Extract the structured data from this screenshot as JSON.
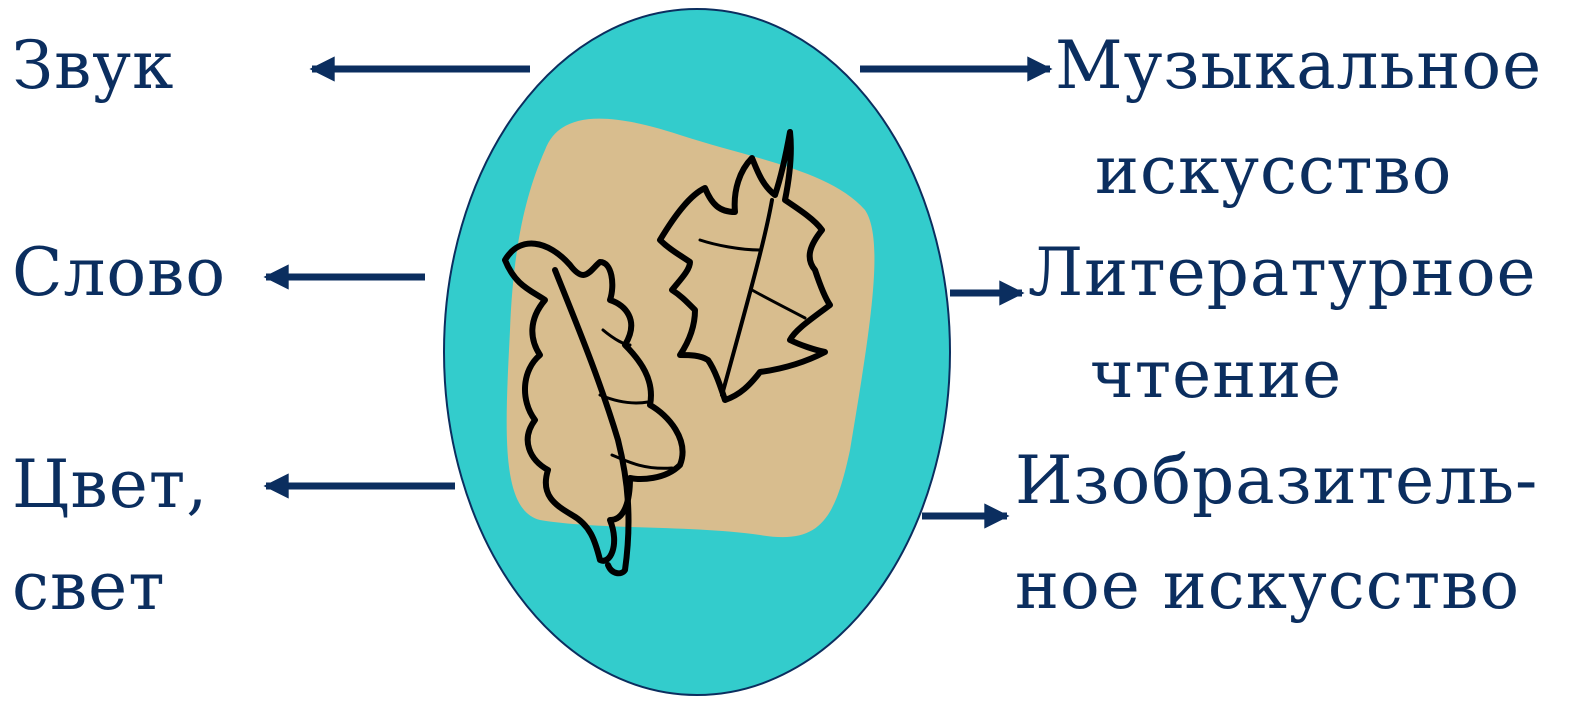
{
  "colors": {
    "text": "#0b2e5f",
    "arrow": "#0b2e5f",
    "oval_fill": "#33cccc",
    "oval_stroke": "#0b2e5f",
    "panel_fill": "#d8bd8e",
    "leaf_stroke": "#000000"
  },
  "center_image": {
    "icon": "autumn-leaves-icon"
  },
  "left_labels": {
    "sound": "Звук",
    "word": "Слово",
    "color_line1": "Цвет,",
    "color_line2": "свет"
  },
  "right_labels": {
    "music_line1": "Музыкальное",
    "music_line2": "искусство",
    "literature_line1": "Литературное",
    "literature_line2": "чтение",
    "art_line1": "Изобразитель-",
    "art_line2": "ное искусство"
  }
}
